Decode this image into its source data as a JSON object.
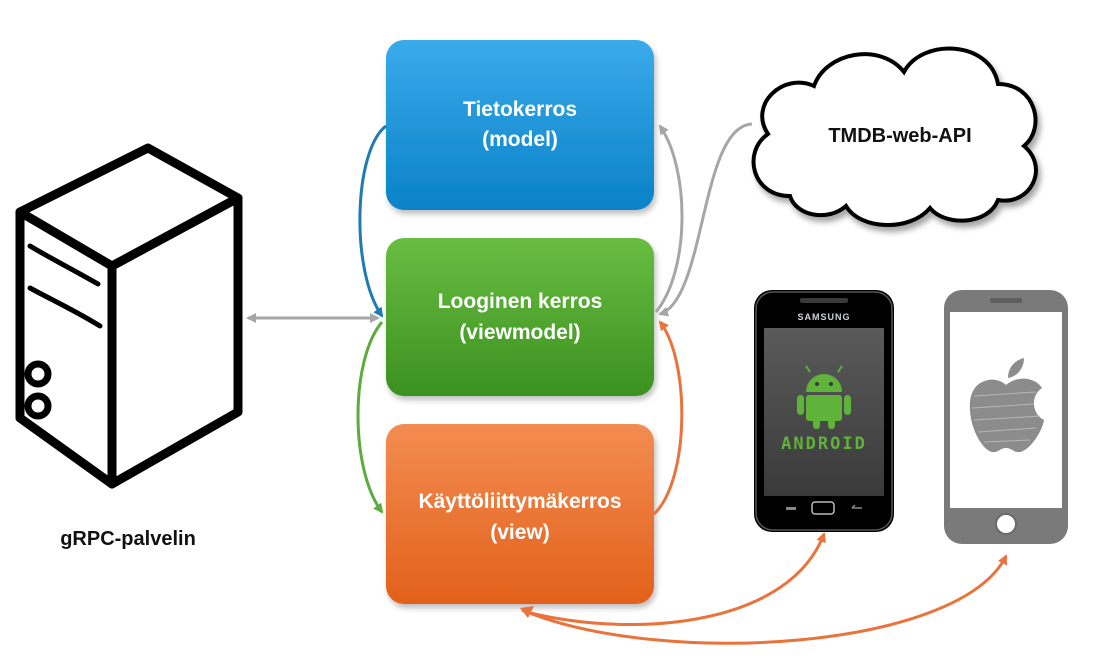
{
  "layers": {
    "model": {
      "line1": "Tietokerros",
      "line2": "(model)",
      "color_top": "#34a7e6",
      "color_bottom": "#0b84c9"
    },
    "viewmodel": {
      "line1": "Looginen kerros",
      "line2": "(viewmodel)",
      "color_top": "#62b83b",
      "color_bottom": "#3d9321"
    },
    "view": {
      "line1": "Käyttöliittymäkerros",
      "line2": "(view)",
      "color_top": "#f2874d",
      "color_bottom": "#e5661f"
    }
  },
  "server": {
    "label": "gRPC-palvelin"
  },
  "cloud": {
    "label": "TMDB-web-API"
  },
  "android_phone": {
    "brand": "SAMSUNG",
    "os_word": "ANDROID"
  },
  "colors": {
    "arrow_blue": "#1f7bb3",
    "arrow_green": "#5cab3c",
    "arrow_orange": "#e9733a",
    "arrow_gray": "#a6a6a6",
    "android_green": "#5fb23a",
    "iphone_gray": "#7a7a7a"
  }
}
